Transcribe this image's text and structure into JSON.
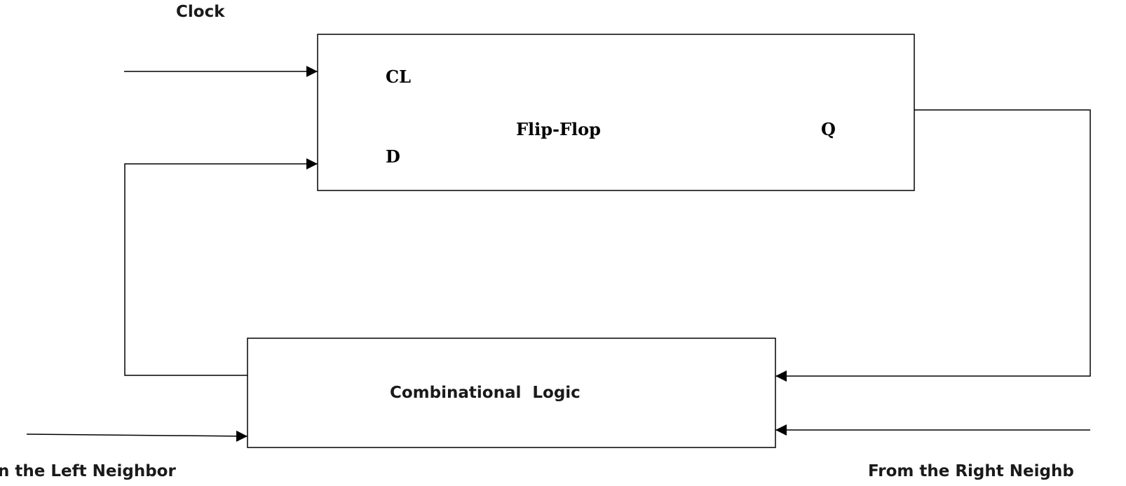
{
  "labels": {
    "clock": "Clock",
    "cl_port": "CL",
    "d_port": "D",
    "flip_flop": "Flip-Flop",
    "q_port": "Q",
    "combinational_logic": "Combinational  Logic",
    "left_neighbor": "n the Left Neighbor",
    "right_neighbor": "From the Right Neighb"
  }
}
